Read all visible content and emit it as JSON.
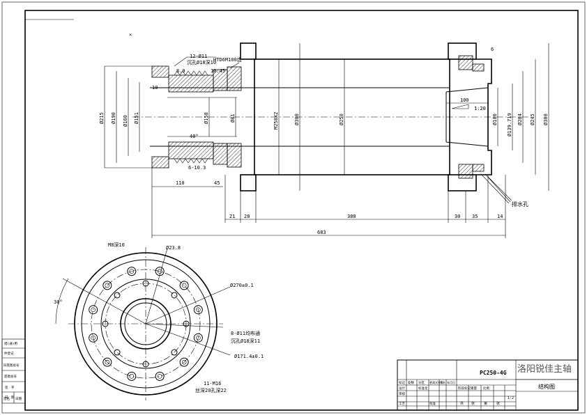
{
  "drawing": {
    "company": "洛阳锐佳主轴",
    "model": "PC250-4G",
    "drawing_name": "结构图",
    "scale": "1:2",
    "sheet_marks": [
      "共",
      "张",
      "第",
      "张"
    ]
  },
  "side_view": {
    "labels": {
      "hole_spec_top_line1": "12-Ø11",
      "hole_spec_top_line2": "沉孔Ø18深10",
      "thread_spec": "HTD6M100齿",
      "dim_8_9": "8.9",
      "dim_10_45": "10.45",
      "dim_10": "10",
      "angle_40": "40°",
      "dim_6_10_3": "6-10.3",
      "dim_110": "110",
      "dim_45": "45",
      "dim_100": "100",
      "taper": "1:20",
      "dim_6": "6",
      "drain": "排水孔"
    },
    "diameters": [
      "Ø215",
      "Ø190",
      "Ø160",
      "Ø151",
      "Ø158",
      "Ø81",
      "M250X2",
      "Ø300",
      "Ø250",
      "Ø100",
      "Ø139.719",
      "Ø204",
      "Ø245",
      "Ø300"
    ],
    "bottom_dims": [
      "21",
      "28",
      "380",
      "30",
      "35",
      "14"
    ],
    "total_length": "683"
  },
  "front_view": {
    "labels": {
      "m8": "M8深10",
      "d23_8": "Ø23.8",
      "d270": "Ø270±0.1",
      "angle_30": "30°",
      "holes_8_line1": "8-Ø11均布通",
      "holes_8_line2": "沉孔Ø18深11",
      "d171": "Ø171.4±0.1",
      "holes_11_line1": "11-M16",
      "holes_11_line2": "丝深20孔深22"
    }
  },
  "left_block": {
    "rows": [
      "借(通)用",
      "件登记",
      "旧底图总号",
      "底图总号",
      "签　字",
      "日　期",
      "签名",
      "日期"
    ]
  },
  "title_block": {
    "row_labels": [
      "标记",
      "设计",
      "审核",
      "工艺",
      "处数",
      "分区",
      "更改文件号",
      "签名",
      "年月日",
      "标准化",
      "批准",
      "阶段标记",
      "重量",
      "比例"
    ]
  }
}
